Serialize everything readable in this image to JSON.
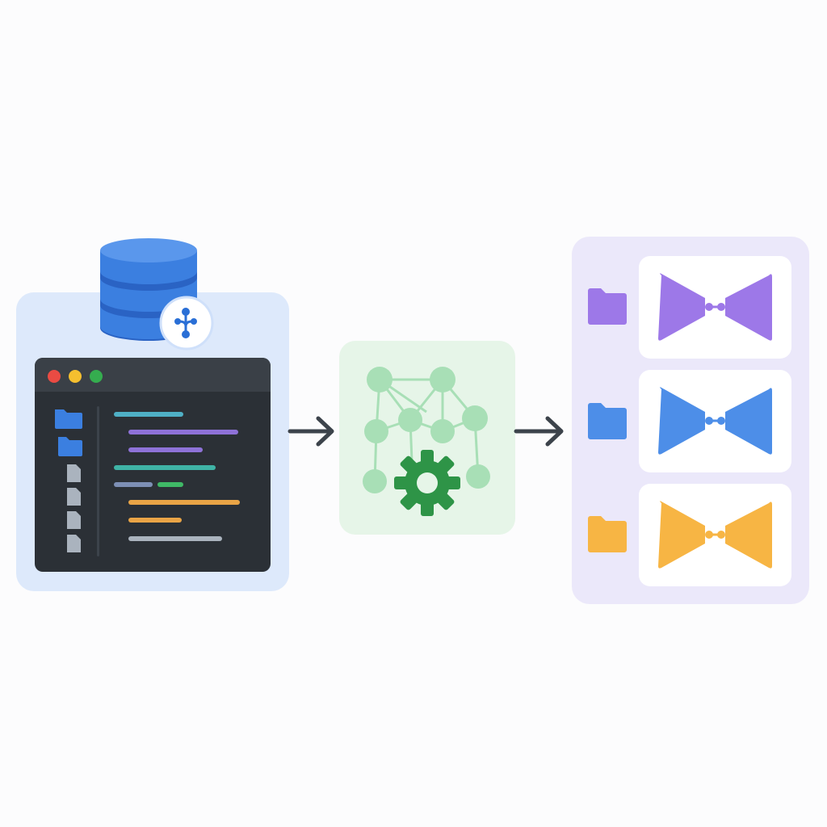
{
  "colors": {
    "background": "#fcfcfd",
    "repo_panel": "#dde9fb",
    "editor_bg": "#2b3036",
    "editor_titlebar": "#3a4047",
    "database_blue": "#3b7fe0",
    "database_dark": "#2a63c4",
    "traffic_red": "#ea4b43",
    "traffic_yellow": "#f5bf2f",
    "traffic_green": "#35ad4f",
    "arrow": "#3c434b",
    "model_panel": "#e6f5e8",
    "network_node": "#a8dfb6",
    "gear": "#2e9447",
    "output_panel": "#ebe8fa",
    "purple": "#9d78e8",
    "blue": "#4d8ee8",
    "orange": "#f7b544"
  },
  "icons": {
    "database": "database-icon",
    "git": "git-branch-icon",
    "folder": "folder-icon",
    "file": "file-icon",
    "network": "neural-network-icon",
    "gear": "gear-icon",
    "arrow": "arrow-right-icon",
    "model": "bowtie-model-icon"
  },
  "outputs": [
    {
      "name": "purple",
      "color": "#9d78e8"
    },
    {
      "name": "blue",
      "color": "#4d8ee8"
    },
    {
      "name": "orange",
      "color": "#f7b544"
    }
  ]
}
